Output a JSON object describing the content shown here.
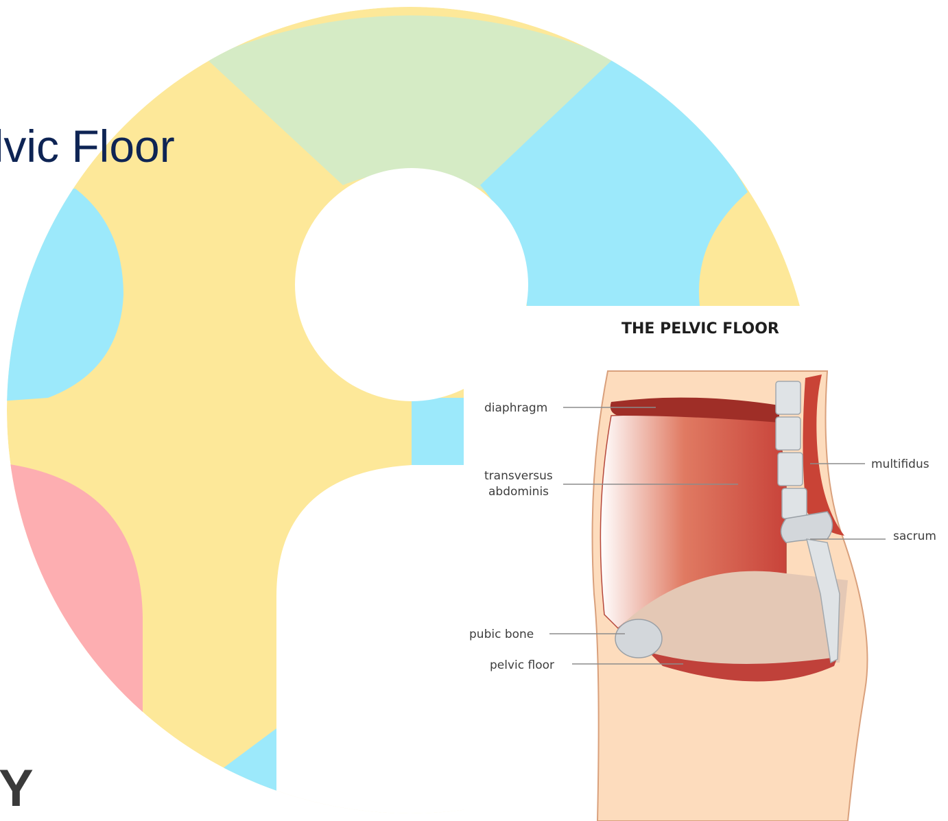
{
  "slide": {
    "title": "elvic Floor",
    "brand_partial": "Y",
    "colors": {
      "yellow": "#fde899",
      "green": "#d5ebc5",
      "blue": "#9ce9fb",
      "pink": "#fdaeb1",
      "title": "#0e2454"
    }
  },
  "figure": {
    "title": "THE PELVIC FLOOR",
    "labels": {
      "diaphragm": "diaphragm",
      "transversus_line1": "transversus",
      "transversus_line2": "abdominis",
      "multifidus": "multifidus",
      "sacrum": "sacrum",
      "pubic_bone": "pubic bone",
      "pelvic_floor": "pelvic floor"
    }
  }
}
